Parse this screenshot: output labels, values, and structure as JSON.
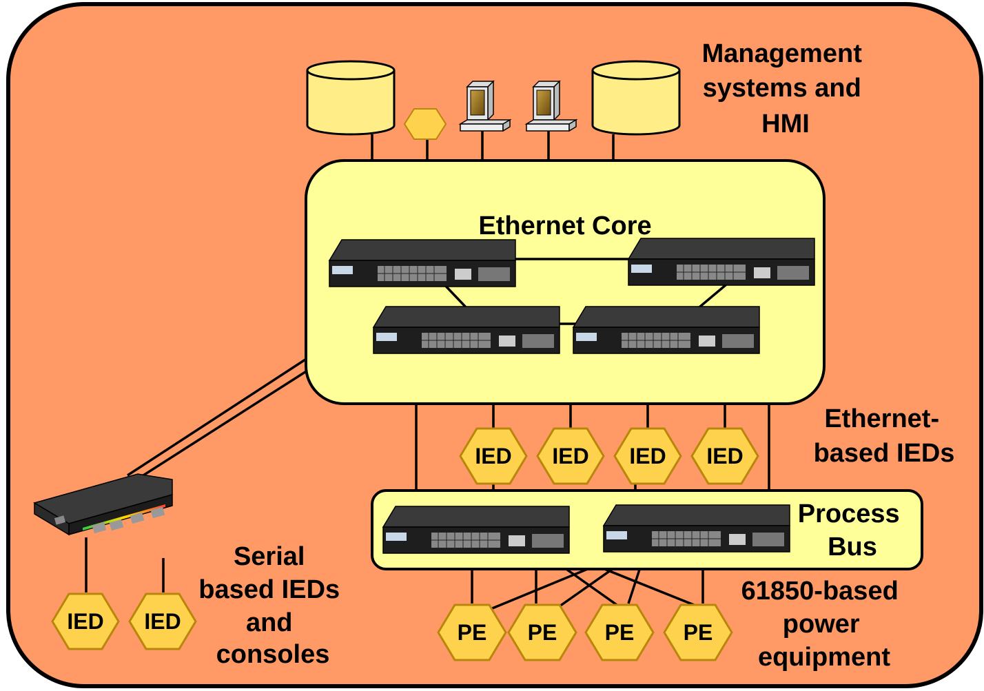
{
  "labels": {
    "management": [
      "Management",
      "systems and",
      "HMI"
    ],
    "ethernet_core": "Ethernet Core",
    "ethernet_ieds": [
      "Ethernet-",
      "based IEDs"
    ],
    "process_bus": [
      "Process",
      "Bus"
    ],
    "serial_ieds": [
      "Serial",
      "based IEDs",
      "and",
      "consoles"
    ],
    "power_equipment": [
      "61850-based",
      "power",
      "equipment"
    ]
  },
  "ethernet_ied_nodes": [
    "IED",
    "IED",
    "IED",
    "IED"
  ],
  "serial_ied_nodes": [
    "IED",
    "IED"
  ],
  "pe_nodes": [
    "PE",
    "PE",
    "PE",
    "PE"
  ],
  "colors": {
    "background": "#FF9966",
    "panel": "#FFFF99",
    "database": "#FFEE88",
    "hexagon": "#FFD24D",
    "hexagon_edge": "#B8860B",
    "switch": "#2a2a2a",
    "outline": "#000000"
  },
  "icons": [
    "database-icon",
    "hexagon-node-icon",
    "workstation-icon",
    "network-switch-icon",
    "serial-console-device-icon"
  ]
}
